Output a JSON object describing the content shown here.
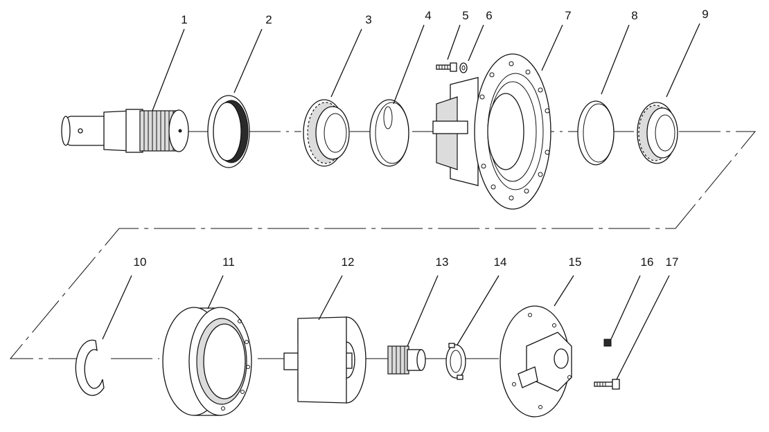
{
  "callouts": [
    "1",
    "2",
    "3",
    "4",
    "5",
    "6",
    "7",
    "8",
    "9",
    "10",
    "11",
    "12",
    "13",
    "14",
    "15",
    "16",
    "17"
  ],
  "parts": [
    {
      "id": "1",
      "icon": "splined-shaft"
    },
    {
      "id": "2",
      "icon": "seal-ring"
    },
    {
      "id": "3",
      "icon": "tapered-roller-bearing"
    },
    {
      "id": "4",
      "icon": "bearing-cup"
    },
    {
      "id": "5",
      "icon": "bolt"
    },
    {
      "id": "6",
      "icon": "washer"
    },
    {
      "id": "7",
      "icon": "hub-housing"
    },
    {
      "id": "8",
      "icon": "bearing-cup"
    },
    {
      "id": "9",
      "icon": "tapered-roller-bearing"
    },
    {
      "id": "10",
      "icon": "snap-ring"
    },
    {
      "id": "11",
      "icon": "ring-gear"
    },
    {
      "id": "12",
      "icon": "planet-carrier"
    },
    {
      "id": "13",
      "icon": "sun-gear"
    },
    {
      "id": "14",
      "icon": "thrust-washer"
    },
    {
      "id": "15",
      "icon": "cover-plate"
    },
    {
      "id": "16",
      "icon": "plug"
    },
    {
      "id": "17",
      "icon": "bolt"
    }
  ],
  "colors": {
    "ink": "#111111",
    "paper": "#ffffff",
    "shade": "#dcdcdc"
  }
}
